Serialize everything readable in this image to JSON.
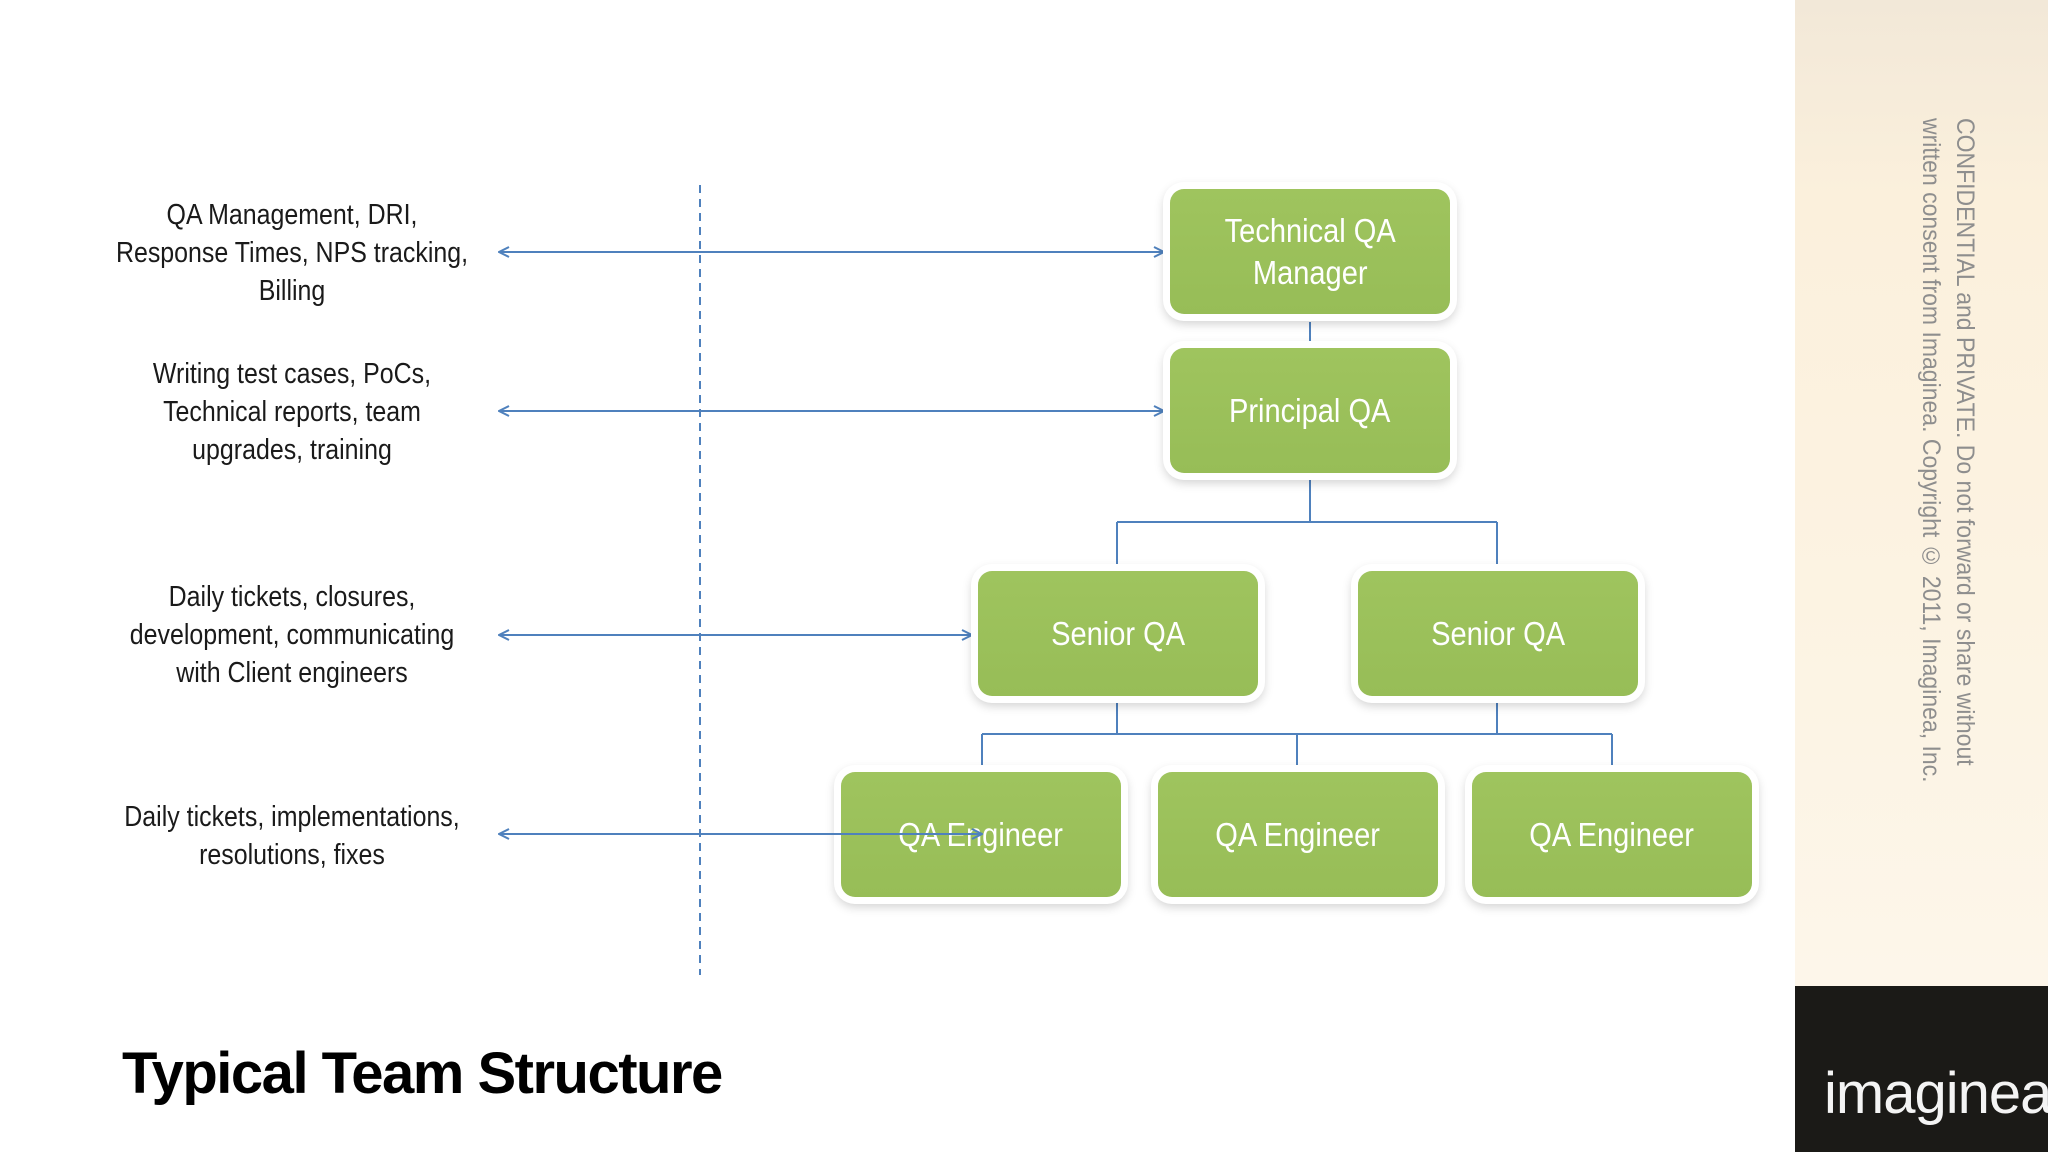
{
  "title": "Typical Team Structure",
  "descriptions": [
    "QA Management, DRI,\nResponse Times, NPS tracking,\nBilling",
    "Writing test cases, PoCs,\nTechnical reports, team\nupgrades, training",
    "Daily tickets, closures,\ndevelopment, communicating\nwith Client engineers",
    "Daily tickets, implementations,\nresolutions, fixes"
  ],
  "roles": {
    "technical_qa_manager": "Technical QA\nManager",
    "principal_qa": "Principal QA",
    "senior_qa_1": "Senior QA",
    "senior_qa_2": "Senior QA",
    "qa_engineer_1": "QA Engineer",
    "qa_engineer_2": "QA Engineer",
    "qa_engineer_3": "QA Engineer"
  },
  "sidebar": {
    "confidential_notice": "CONFIDENTIAL and PRIVATE. Do not forward or share without written consent from Imaginea. Copyright © 2011, Imaginea, Inc.",
    "logo": "imaginea"
  },
  "colors": {
    "box_green": "#9bbb59",
    "line_blue": "#4f81bd",
    "panel_cream": "#fcf3e2",
    "logo_bg": "#1b1a17"
  }
}
